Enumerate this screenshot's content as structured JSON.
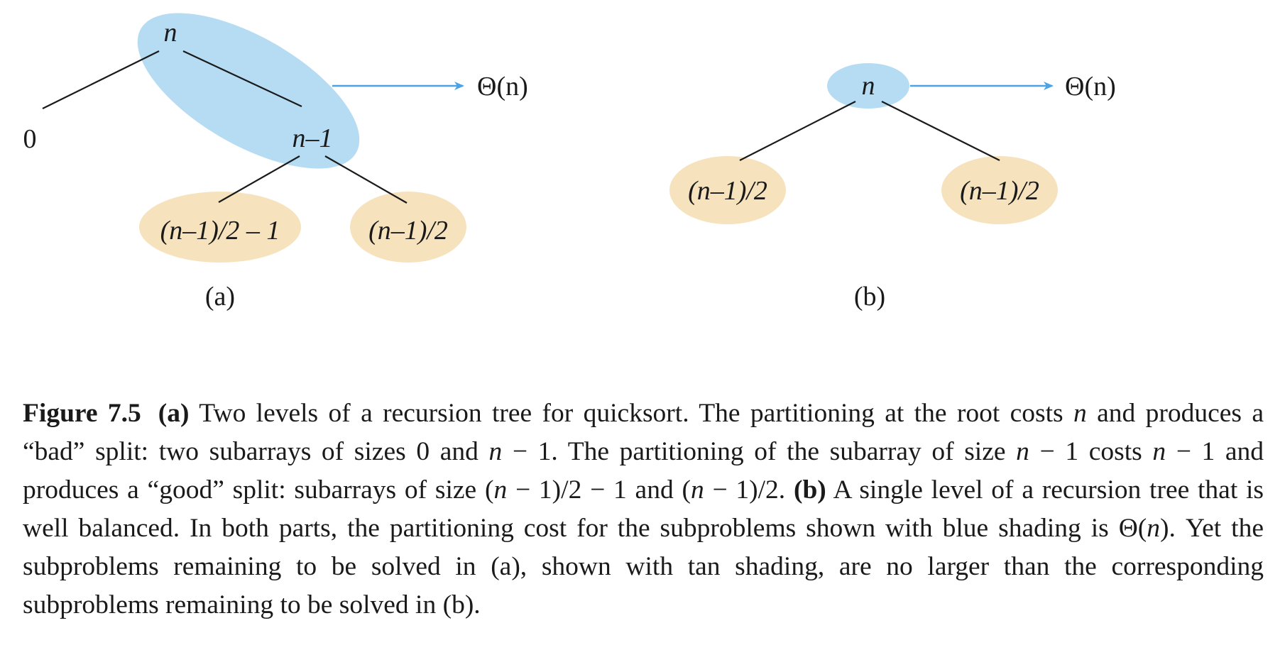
{
  "diagram": {
    "colors": {
      "blue_shade": "#b5dcf3",
      "tan_shade": "#f6e3bd",
      "arrow": "#4aa3e6",
      "line": "#1a1a1a"
    },
    "panel_a": {
      "root": "n",
      "left_child": "0",
      "right_child": "n–1",
      "grandchild_left": "(n–1)/2 – 1",
      "grandchild_right": "(n–1)/2",
      "cost": "Θ(n)",
      "label": "(a)"
    },
    "panel_b": {
      "root": "n",
      "left_child": "(n–1)/2",
      "right_child": "(n–1)/2",
      "cost": "Θ(n)",
      "label": "(b)"
    }
  },
  "caption": {
    "figure_label": "Figure 7.5",
    "part_a_label": "(a)",
    "part_a_text_1": "Two levels of a recursion tree for quicksort. The partitioning at the root costs",
    "part_a_var_1": "n",
    "part_a_text_2": "and produces a “bad” split: two subarrays of sizes 0 and",
    "part_a_var_2": "n",
    "part_a_text_3": "− 1. The partitioning of the subarray of size",
    "part_a_var_3": "n",
    "part_a_text_4": "− 1 costs",
    "part_a_var_4": "n",
    "part_a_text_5": "− 1 and produces a “good” split: subarrays of size (",
    "part_a_var_5": "n",
    "part_a_text_6": "− 1)/2 − 1 and (",
    "part_a_var_6": "n",
    "part_a_text_7": "− 1)/2.",
    "part_b_label": "(b)",
    "part_b_text_1": "A single level of a recursion tree that is well balanced. In both parts, the partitioning cost for the subproblems shown with blue shading is Θ(",
    "part_b_var_1": "n",
    "part_b_text_2": "). Yet the subproblems remaining to be solved in (a), shown with tan shading, are no larger than the corresponding subproblems remaining to be solved in (b)."
  }
}
